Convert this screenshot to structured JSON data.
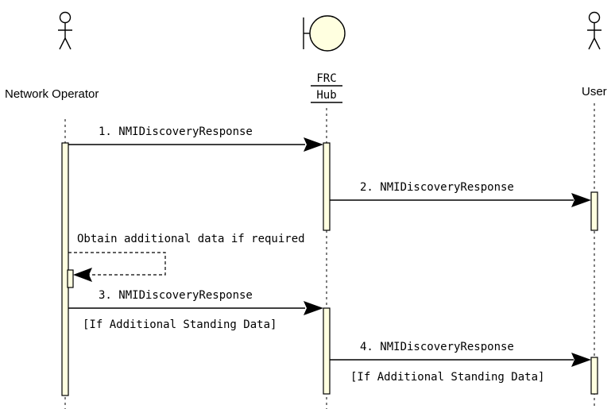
{
  "actors": {
    "network_operator": "Network Operator",
    "user": "User"
  },
  "hub": {
    "line1": "FRC",
    "line2": "Hub"
  },
  "messages": {
    "m1": "1. NMIDiscoveryResponse",
    "m2": "2. NMIDiscoveryResponse",
    "self_note": "Obtain additional data if required",
    "m3": "3. NMIDiscoveryResponse",
    "m3_guard": "[If Additional Standing Data]",
    "m4": "4. NMIDiscoveryResponse",
    "m4_guard": "[If Additional Standing Data]"
  },
  "colors": {
    "activation_fill": "#ffffe0",
    "hub_fill": "#ffffe0",
    "line": "#000000"
  },
  "icons": {
    "network_operator": "stick-figure-actor-icon",
    "hub": "boundary-object-icon",
    "user": "stick-figure-actor-icon"
  }
}
